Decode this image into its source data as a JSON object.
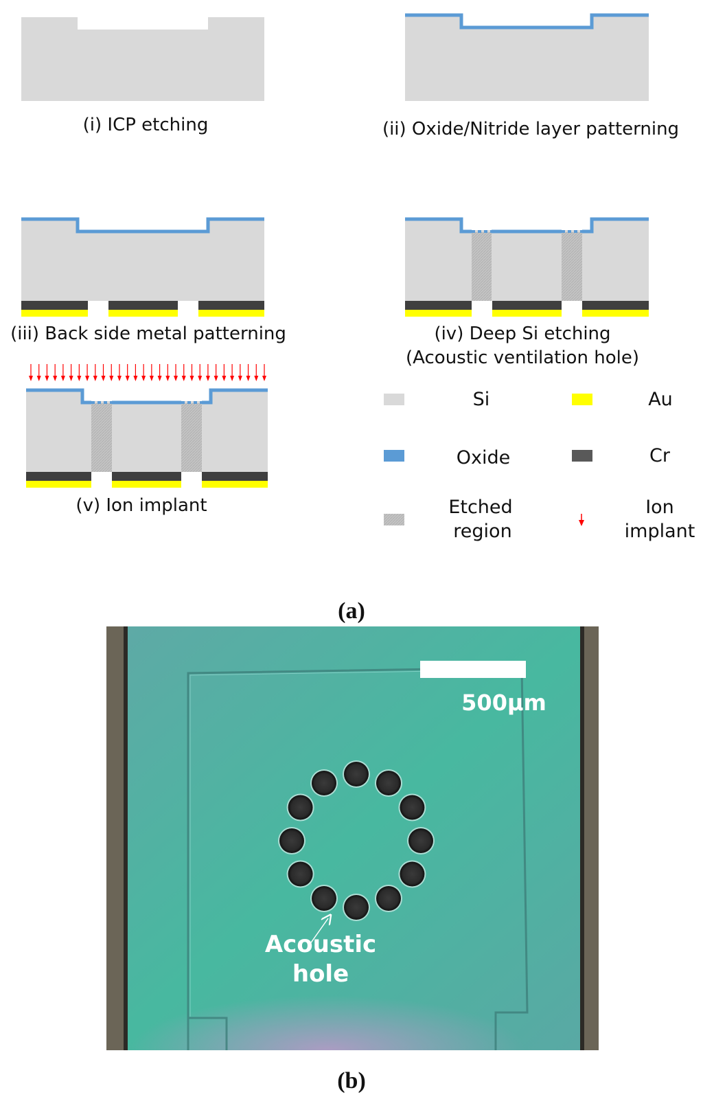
{
  "colors": {
    "si": "#d9d9d9",
    "oxide": "#5b9bd5",
    "au": "#ffff00",
    "cr": "#3f3f3f",
    "etched": "#c6c6c6",
    "ion": "#ff0000"
  },
  "panel_a": {
    "label_open": "(",
    "label_letter": "a",
    "label_close": ")",
    "steps": [
      {
        "label": "(i) ICP etching"
      },
      {
        "label": "(ii) Oxide/Nitride layer patterning"
      },
      {
        "label": "(iii) Back side metal patterning"
      },
      {
        "label": "(iv) Deep Si etching",
        "label2": "(Acoustic ventilation hole)"
      },
      {
        "label": "(v) Ion implant"
      }
    ],
    "legend": {
      "si": "Si",
      "au": "Au",
      "oxide": "Oxide",
      "cr": "Cr",
      "etched_1": "Etched",
      "etched_2": "region",
      "ion_1": "Ion",
      "ion_2": "implant"
    }
  },
  "panel_b": {
    "label_open": "(",
    "label_letter": "b",
    "label_close": ")",
    "scale_bar": "500μm",
    "annotation_1": "Acoustic",
    "annotation_2": "hole",
    "hole_count": 12
  }
}
